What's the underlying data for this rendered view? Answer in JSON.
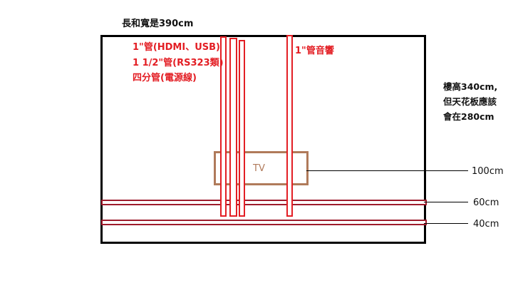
{
  "title": "長和寬是390cm",
  "labels": {
    "pipe_hdmi_usb": "1\"管(HDMI、USB)",
    "pipe_rs323": "1 1/2\"管(RS323類)",
    "pipe_power": "四分管(電源線)",
    "pipe_audio": "1\"管音響",
    "tv": "TV"
  },
  "notes": {
    "line1": "樓高340cm,",
    "line2": "但天花板應該",
    "line3": "會在280cm"
  },
  "dimensions": {
    "tv_height": "100cm",
    "line_60": "60cm",
    "line_40": "40cm"
  },
  "colors": {
    "pipe": "#e31e24",
    "horizontal_pipe": "#9e1c2c",
    "tv_outline": "#b07a5a",
    "wall": "#000000"
  }
}
